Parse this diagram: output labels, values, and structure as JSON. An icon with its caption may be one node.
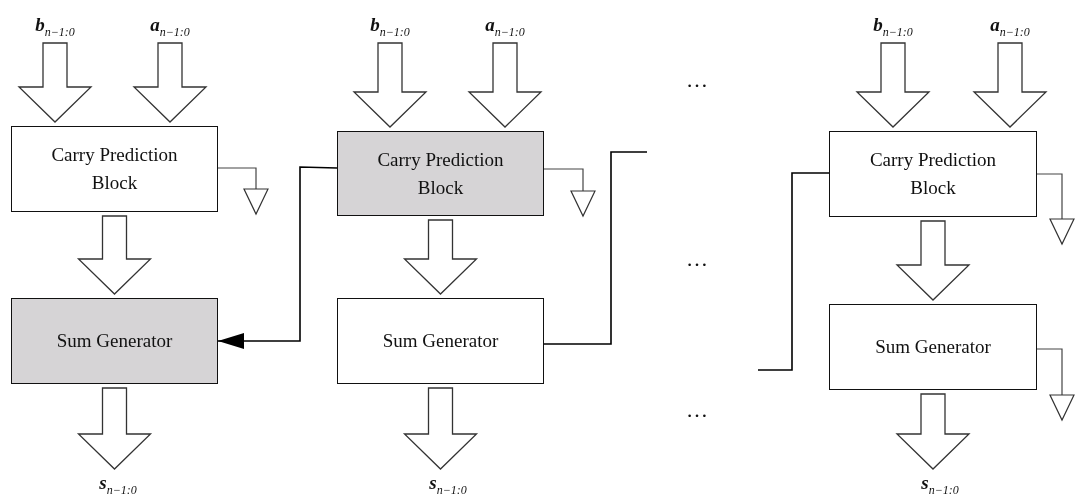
{
  "diagram": {
    "nodes": [
      {
        "text": [
          "b$_{n−1:0}$"
        ]
      },
      {
        "text": [
          "a$_{n−1:0}$"
        ]
      },
      {
        "text": [
          "Carry Prediction Block"
        ]
      },
      {
        "text": [
          "Sum Generator"
        ]
      },
      {
        "text": [
          "s$_{n−1:0}$"
        ]
      },
      {
        "text": [
          "b$_{n−1:0}$"
        ]
      },
      {
        "text": [
          "a$_{n−1:0}$"
        ]
      },
      {
        "text": [
          "Carry Prediction Block"
        ]
      },
      {
        "text": [
          "Sum Generator"
        ]
      },
      {
        "text": [
          "s$_{n−1:0}$"
        ]
      },
      {
        "text": [
          "b$_{n−1:0}$"
        ]
      },
      {
        "text": [
          "a$_{n−1:0}$"
        ]
      },
      {
        "text": [
          "Carry Prediction Block"
        ]
      },
      {
        "text": [
          "Sum Generator"
        ]
      },
      {
        "text": [
          "s$_{n−1:0}$"
        ]
      }
    ],
    "edges": [
      {
        "from": 0,
        "to": 2,
        "arrow": "to",
        "style": "thick"
      },
      {
        "from": 1,
        "to": 2,
        "arrow": "to",
        "style": "thick"
      },
      {
        "from": 2,
        "to": 3,
        "arrow": "to",
        "style": "thick"
      },
      {
        "from": 3,
        "to": 4,
        "arrow": "to",
        "style": "thick"
      },
      {
        "from": 5,
        "to": 7,
        "arrow": "to",
        "style": "thick"
      },
      {
        "from": 6,
        "to": 7,
        "arrow": "to",
        "style": "thick"
      },
      {
        "from": 7,
        "to": 8,
        "arrow": "to",
        "style": "thick"
      },
      {
        "from": 8,
        "to": 9,
        "arrow": "to",
        "style": "thick"
      },
      {
        "from": 10,
        "to": 12,
        "arrow": "to",
        "style": "thick"
      },
      {
        "from": 11,
        "to": 12,
        "arrow": "to",
        "style": "thick"
      },
      {
        "from": 12,
        "to": 13,
        "arrow": "to",
        "style": "thick"
      },
      {
        "from": 13,
        "to": 14,
        "arrow": "to",
        "style": "thick"
      },
      {
        "from": 2,
        "to": null,
        "arrow": "to"
      },
      {
        "from": 7,
        "to": null,
        "arrow": "to"
      },
      {
        "from": 12,
        "to": null,
        "arrow": "to"
      },
      {
        "from": 13,
        "to": null,
        "arrow": "to"
      },
      {
        "from": 7,
        "to": 3,
        "arrow": "to"
      },
      {
        "from": 8,
        "to": null,
        "arrow": "none"
      },
      {
        "from": null,
        "to": 12,
        "arrow": "none"
      }
    ],
    "labels": [
      "…",
      "…",
      "…"
    ]
  }
}
